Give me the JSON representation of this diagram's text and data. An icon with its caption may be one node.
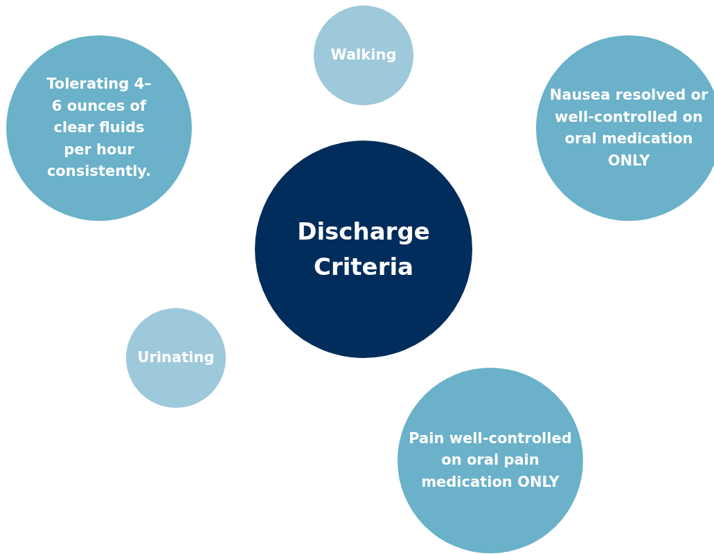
{
  "diagram": {
    "nodes": [
      {
        "text": [
          "Walking"
        ]
      },
      {
        "text": [
          "Tolerating 4–6 ounces of clear fluids per hour consistently."
        ]
      },
      {
        "text": [
          "Nausea resolved or well-controlled on oral medication ONLY"
        ]
      },
      {
        "text": [
          "Discharge Criteria"
        ]
      },
      {
        "text": [
          "Urinating"
        ]
      },
      {
        "text": [
          "Pain well-controlled on oral pain medication ONLY"
        ]
      }
    ]
  }
}
